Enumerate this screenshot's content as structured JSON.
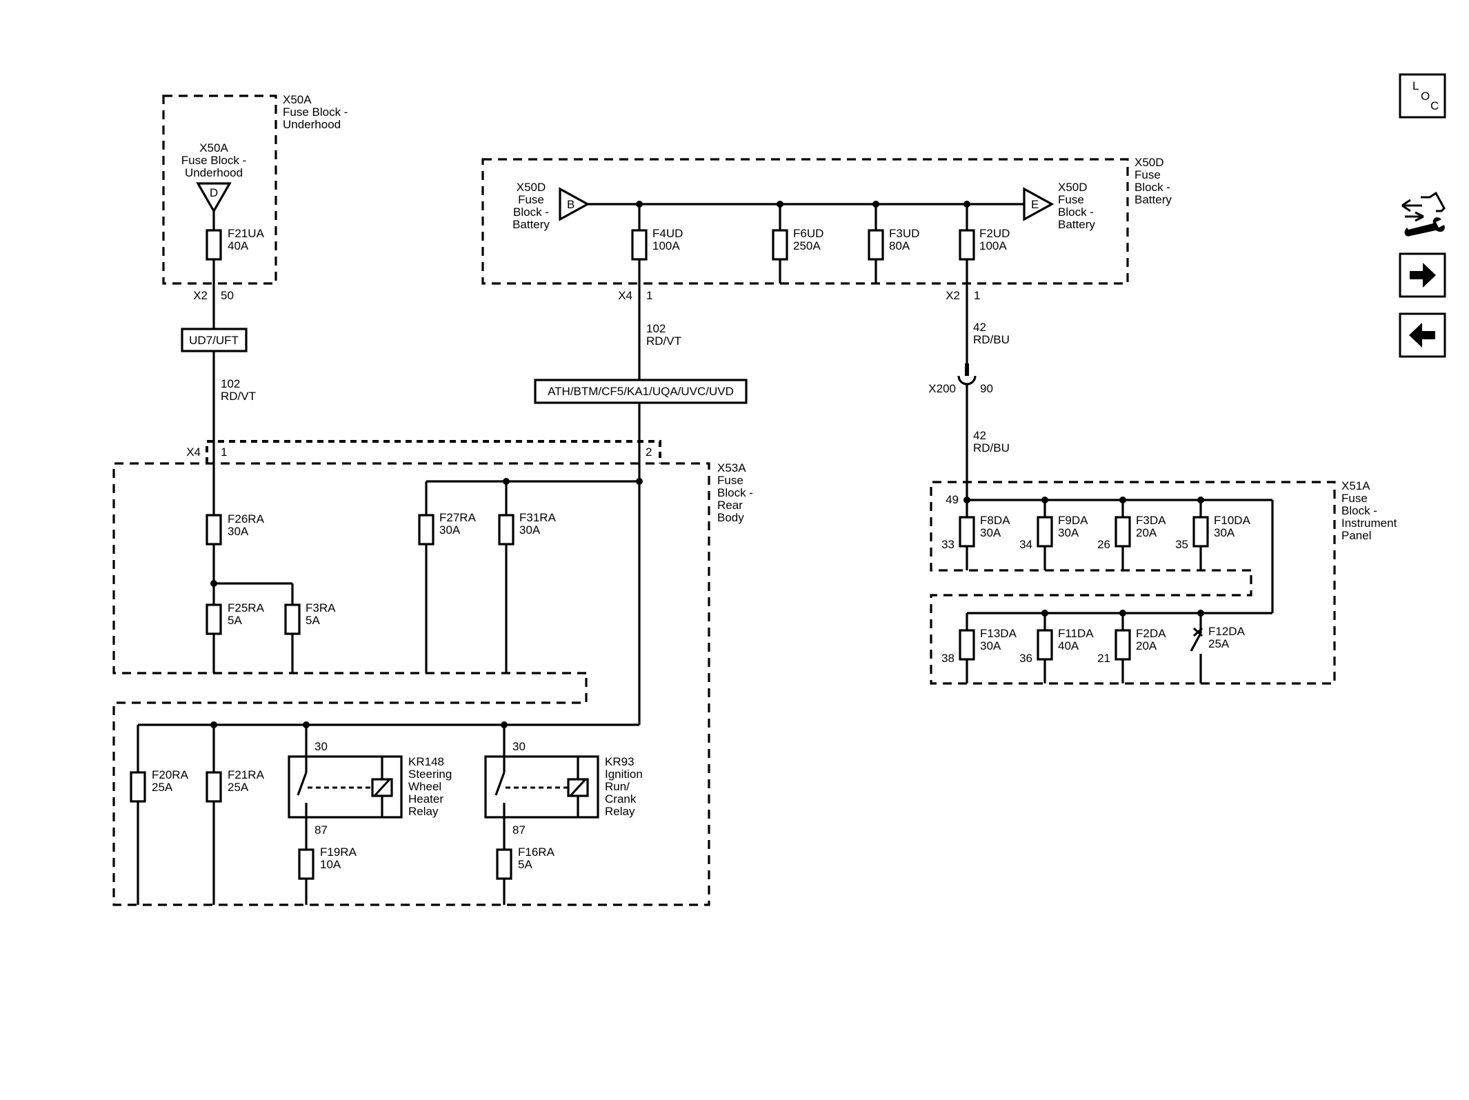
{
  "blocks": {
    "x50a": [
      "X50A",
      "Fuse Block -",
      "Underhood"
    ],
    "x50a_inner": [
      "X50A",
      "Fuse Block -",
      "Underhood"
    ],
    "x50d": [
      "X50D",
      "Fuse",
      "Block -",
      "Battery"
    ],
    "x50d_left": [
      "X50D",
      "Fuse",
      "Block -",
      "Battery"
    ],
    "x50d_right": [
      "X50D",
      "Fuse",
      "Block -",
      "Battery"
    ],
    "x53a": [
      "X53A",
      "Fuse",
      "Block -",
      "Rear",
      "Body"
    ],
    "x51a": [
      "X51A",
      "Fuse",
      "Block -",
      "Instrument",
      "Panel"
    ]
  },
  "terminals": {
    "d": "D",
    "b": "B",
    "e": "E"
  },
  "fuses": {
    "f21ua": [
      "F21UA",
      "40A"
    ],
    "f4ud": [
      "F4UD",
      "100A"
    ],
    "f6ud": [
      "F6UD",
      "250A"
    ],
    "f3ud": [
      "F3UD",
      "80A"
    ],
    "f2ud": [
      "F2UD",
      "100A"
    ],
    "f26ra": [
      "F26RA",
      "30A"
    ],
    "f25ra": [
      "F25RA",
      "5A"
    ],
    "f3ra": [
      "F3RA",
      "5A"
    ],
    "f27ra": [
      "F27RA",
      "30A"
    ],
    "f31ra": [
      "F31RA",
      "30A"
    ],
    "f20ra": [
      "F20RA",
      "25A"
    ],
    "f21ra": [
      "F21RA",
      "25A"
    ],
    "f19ra": [
      "F19RA",
      "10A"
    ],
    "f16ra": [
      "F16RA",
      "5A"
    ],
    "f8da": [
      "F8DA",
      "30A"
    ],
    "f9da": [
      "F9DA",
      "30A"
    ],
    "f3da": [
      "F3DA",
      "20A"
    ],
    "f10da": [
      "F10DA",
      "30A"
    ],
    "f13da": [
      "F13DA",
      "30A"
    ],
    "f11da": [
      "F11DA",
      "40A"
    ],
    "f2da": [
      "F2DA",
      "20A"
    ],
    "f12da": [
      "F12DA",
      "25A"
    ]
  },
  "connectors": {
    "x2a": "X2",
    "x2a_pin": "50",
    "x4a": "X4",
    "x4a_pin": "1",
    "x2b": "X2",
    "x2b_pin": "1",
    "x4b": "X4",
    "x4b_pin1": "1",
    "x4b_pin2": "2",
    "x200": "X200",
    "x200_pin": "90",
    "pin49": "49",
    "pin33": "33",
    "pin34": "34",
    "pin26": "26",
    "pin35": "35",
    "pin38": "38",
    "pin36": "36",
    "pin21": "21"
  },
  "wires": {
    "w102a": [
      "102",
      "RD/VT"
    ],
    "w102b": [
      "102",
      "RD/VT"
    ],
    "w42a": [
      "42",
      "RD/BU"
    ],
    "w42b": [
      "42",
      "RD/BU"
    ]
  },
  "options": {
    "ud7": "UD7/UFT",
    "ath": "ATH/BTM/CF5/KA1/UQA/UVC/UVD"
  },
  "relays": {
    "kr148": [
      "KR148",
      "Steering",
      "Wheel",
      "Heater",
      "Relay"
    ],
    "kr93": [
      "KR93",
      "Ignition",
      "Run/",
      "Crank",
      "Relay"
    ],
    "kr148_p30": "30",
    "kr148_p87": "87",
    "kr93_p30": "30",
    "kr93_p87": "87"
  },
  "loc_icon": {
    "l": "L",
    "o": "O",
    "c": "C"
  }
}
